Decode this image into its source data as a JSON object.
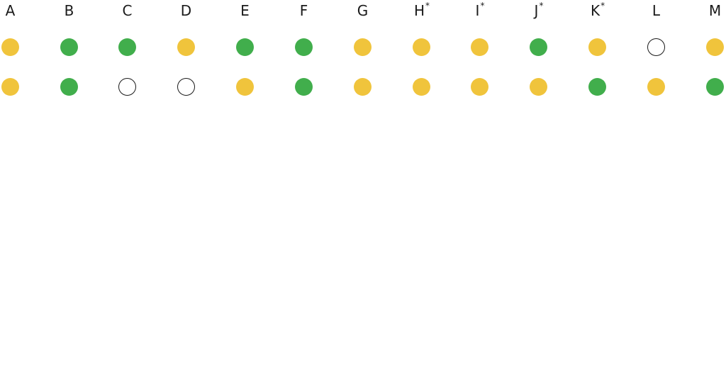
{
  "colors": {
    "yellow": "#f0c43c",
    "green": "#41ae4c",
    "empty_fill": "#ffffff",
    "empty_stroke": "#1a1a1a"
  },
  "columns": [
    {
      "label": "A",
      "mark": "",
      "rows": [
        "yellow",
        "yellow"
      ]
    },
    {
      "label": "B",
      "mark": "",
      "rows": [
        "green",
        "green"
      ]
    },
    {
      "label": "C",
      "mark": "",
      "rows": [
        "green",
        "empty"
      ]
    },
    {
      "label": "D",
      "mark": "",
      "rows": [
        "yellow",
        "empty"
      ]
    },
    {
      "label": "E",
      "mark": "",
      "rows": [
        "green",
        "yellow"
      ]
    },
    {
      "label": "F",
      "mark": "",
      "rows": [
        "green",
        "green"
      ]
    },
    {
      "label": "G",
      "mark": "",
      "rows": [
        "yellow",
        "yellow"
      ]
    },
    {
      "label": "H",
      "mark": "*",
      "rows": [
        "yellow",
        "yellow"
      ]
    },
    {
      "label": "I",
      "mark": "*",
      "rows": [
        "yellow",
        "yellow"
      ]
    },
    {
      "label": "J",
      "mark": "*",
      "rows": [
        "green",
        "yellow"
      ]
    },
    {
      "label": "K",
      "mark": "*",
      "rows": [
        "yellow",
        "green"
      ]
    },
    {
      "label": "L",
      "mark": "",
      "rows": [
        "empty",
        "yellow"
      ]
    },
    {
      "label": "M",
      "mark": "",
      "rows": [
        "yellow",
        "green"
      ]
    }
  ]
}
